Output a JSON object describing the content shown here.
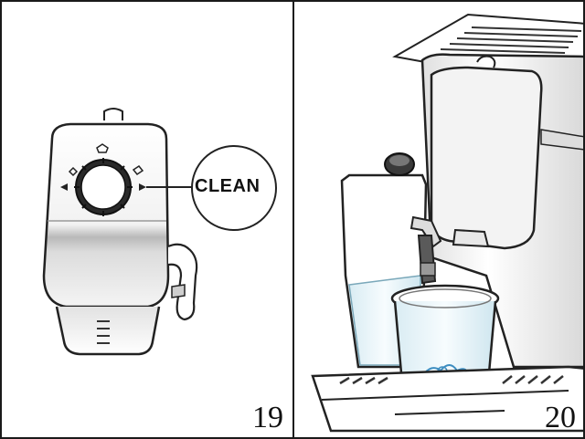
{
  "figures": [
    {
      "number": "19",
      "callout": "CLEAN"
    },
    {
      "number": "20"
    }
  ]
}
